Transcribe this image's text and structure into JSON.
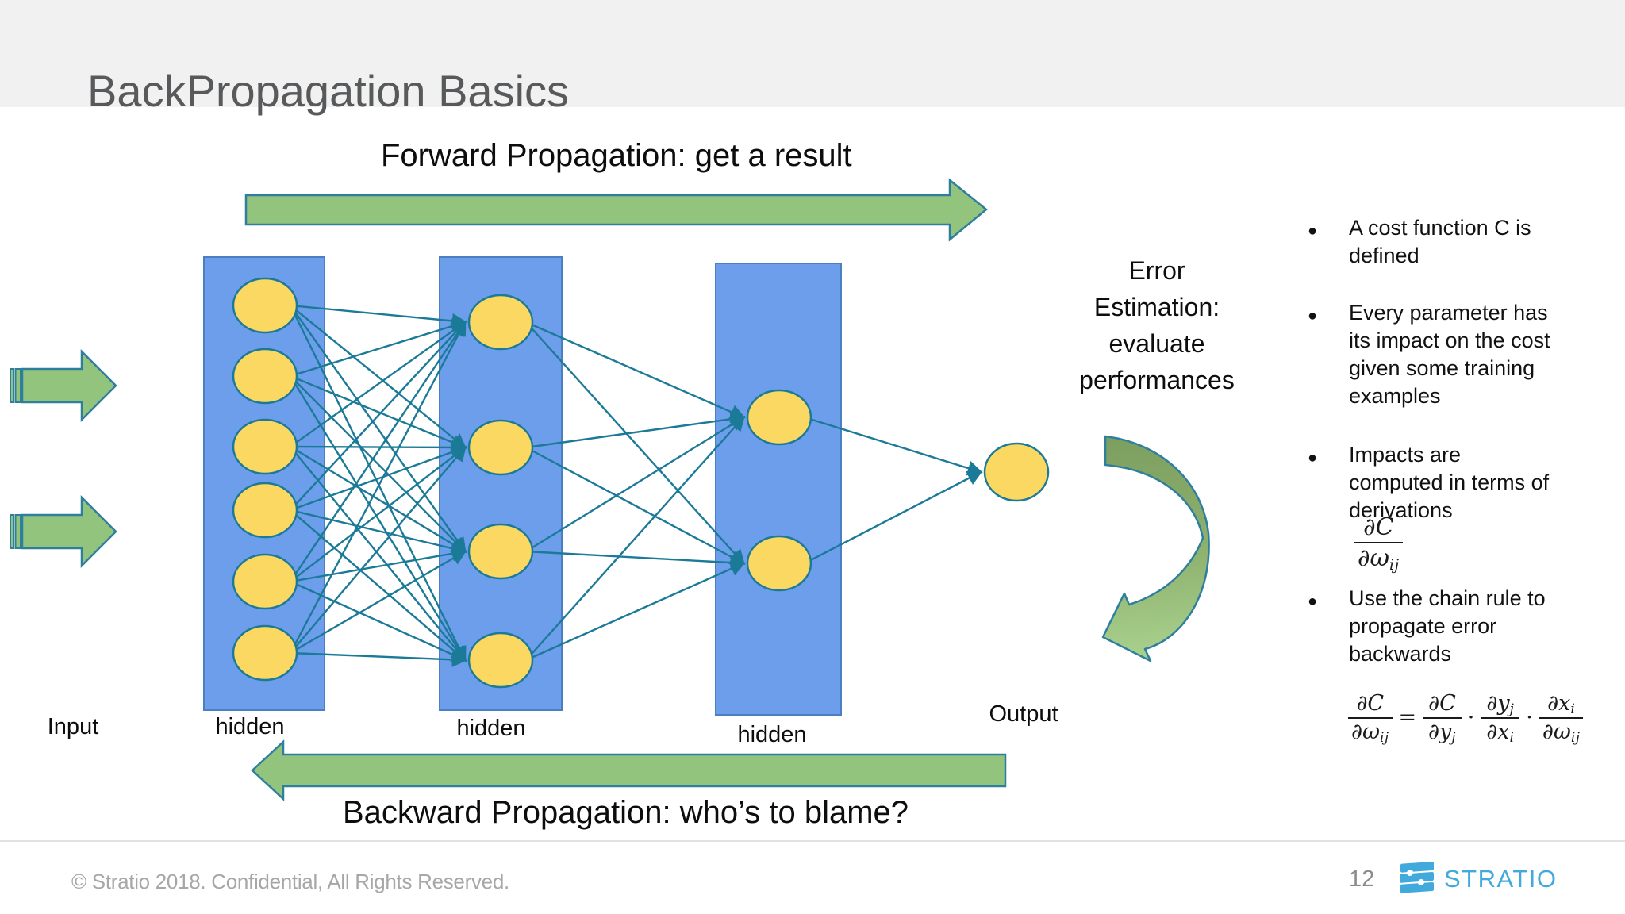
{
  "colors": {
    "header_bg": "#f1f1f2",
    "title_text": "#58595b",
    "slide_bg": "#ffffff",
    "arrow_green": "#93c47d",
    "arrow_border": "#2e7f9e",
    "layer_blue": "#6d9eeb",
    "layer_border": "#4a7fc1",
    "neuron_yellow": "#fbd862",
    "line_teal": "#1b7a97",
    "footer_gray": "#a7a7a7",
    "brand_blue": "#41a9dc"
  },
  "header": {
    "title": "BackPropagation Basics"
  },
  "diagram": {
    "forward_label": "Forward Propagation: get a result",
    "backward_label": "Backward Propagation: who’s to blame?",
    "error_lines": [
      "Error",
      "Estimation:",
      "evaluate",
      "performances"
    ],
    "input_label": "Input",
    "output_label": "Output",
    "layers": [
      {
        "label": "hidden",
        "neurons": 6
      },
      {
        "label": "hidden",
        "neurons": 4
      },
      {
        "label": "hidden",
        "neurons": 2
      }
    ],
    "outputs": 1
  },
  "notes": {
    "bullets": [
      {
        "text": "A cost function C is defined"
      },
      {
        "text": "Every parameter has its impact on the cost given some training examples"
      },
      {
        "text": "Impacts are computed in terms of derivations"
      },
      {
        "text": "Use the chain rule to propagate error backwards"
      }
    ],
    "formula_impact": {
      "num": "∂C",
      "den": "∂ω",
      "den_sub": "ij"
    },
    "formula_chain": {
      "lhs": {
        "num": "∂C",
        "num_sub": "",
        "den": "∂ω",
        "den_sub": "ij"
      },
      "eq": "=",
      "dot1": "·",
      "dot2": "·",
      "t1": {
        "num": "∂C",
        "num_sub": "",
        "den": "∂y",
        "den_sub": "j"
      },
      "t2": {
        "num": "∂y",
        "num_sub": "j",
        "den": "∂x",
        "den_sub": "i"
      },
      "t3": {
        "num": "∂x",
        "num_sub": "i",
        "den": "∂ω",
        "den_sub": "ij"
      }
    }
  },
  "footer": {
    "copyright": "© Stratio 2018. Confidential, All Rights Reserved.",
    "page_number": "12",
    "brand": "STRATIO"
  }
}
